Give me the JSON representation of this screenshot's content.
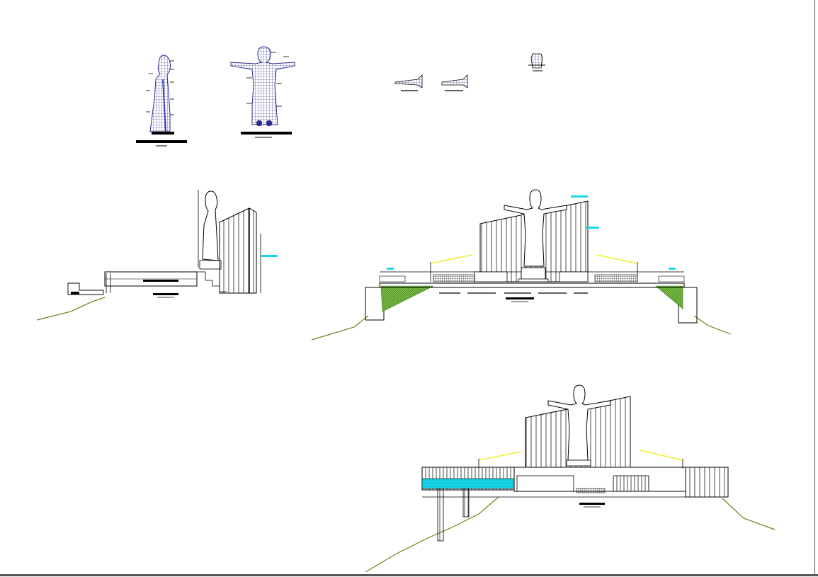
{
  "drawing": {
    "line_color": "#000000",
    "terrain_color": "#7a7a1e",
    "mesh_color": "#2b2b8a",
    "accent_cyan": "#19d7e8",
    "accent_yellow": "#f3ef2e",
    "hatch_green": "#5aa02c",
    "frame_color": "#555555"
  },
  "views": [
    {
      "name": "statue-mesh-side-view"
    },
    {
      "name": "statue-mesh-front-view"
    },
    {
      "name": "statue-detail-plan-views"
    },
    {
      "name": "monument-side-section"
    },
    {
      "name": "monument-front-elevation"
    },
    {
      "name": "monument-perspective-elevation"
    }
  ]
}
